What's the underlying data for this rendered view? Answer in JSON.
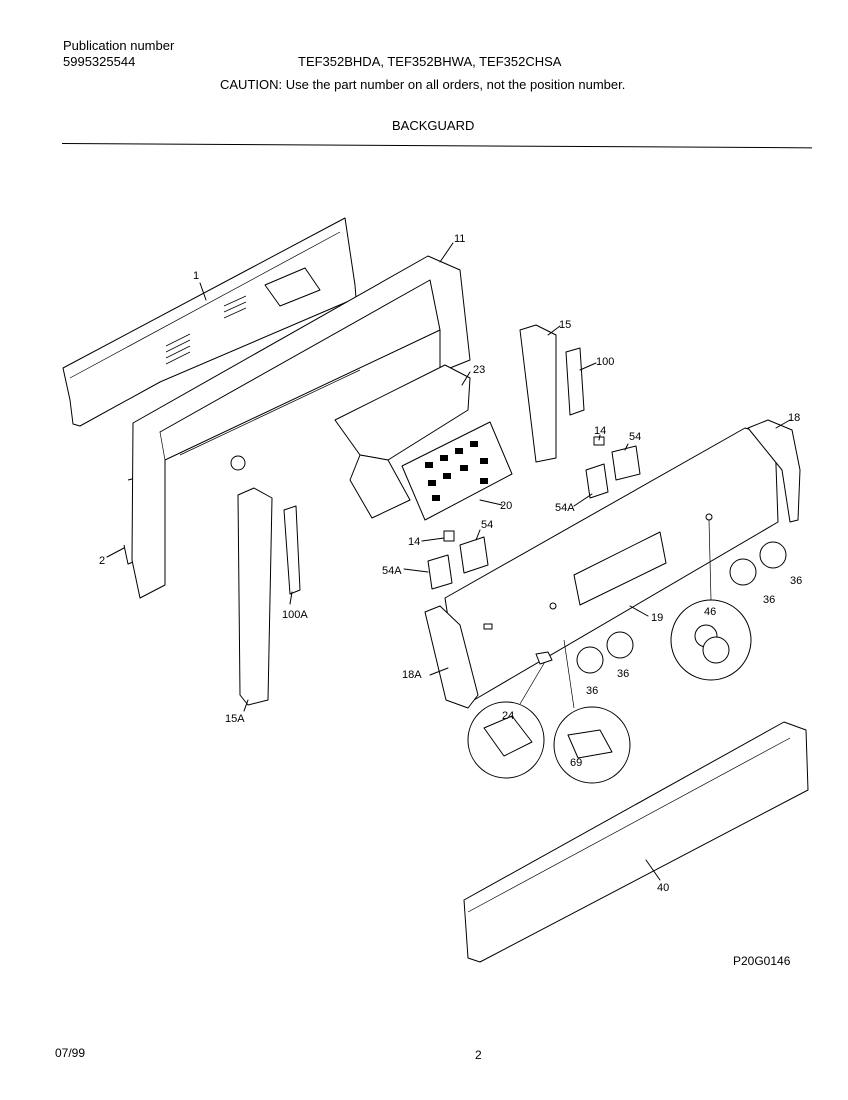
{
  "header": {
    "publication_label": "Publication number",
    "publication_number": "5995325544",
    "models": "TEF352BHDA, TEF352BHWA, TEF352CHSA",
    "caution": "CAUTION:  Use the part number on all orders, not the position number.",
    "section_title": "BACKGUARD"
  },
  "callouts": [
    "1",
    "11",
    "23",
    "15",
    "100",
    "14",
    "54",
    "18",
    "20",
    "54A",
    "14",
    "54",
    "54A",
    "2",
    "100A",
    "19",
    "46",
    "36",
    "36",
    "18A",
    "36",
    "36",
    "15A",
    "24",
    "69",
    "40"
  ],
  "footer": {
    "figure_code": "P20G0146",
    "date": "07/99",
    "page": "2"
  }
}
